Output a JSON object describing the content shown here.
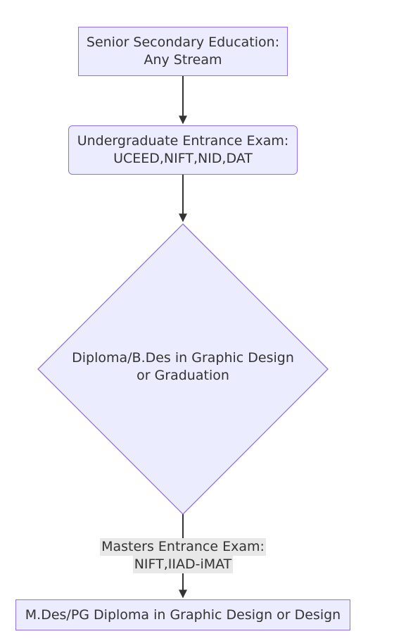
{
  "nodes": {
    "senior_secondary": {
      "line1": "Senior Secondary Education:",
      "line2": "Any Stream"
    },
    "ug_entrance": {
      "line1": "Undergraduate Entrance Exam:",
      "line2": "UCEED,NIFT,NID,DAT"
    },
    "diploma_decision": {
      "line1": "Diploma/B.Des in Graphic Design",
      "line2": "or Graduation"
    },
    "masters": {
      "label": "M.Des/PG Diploma in Graphic Design or Design"
    }
  },
  "edges": {
    "decision_to_masters": {
      "line1": "Masters Entrance Exam:",
      "line2": "NIFT,IIAD-iMAT"
    }
  },
  "colors": {
    "node_fill": "#ececff",
    "node_stroke": "#9370db",
    "edge": "#333333",
    "edge_label_bg": "#e8e8e8"
  }
}
